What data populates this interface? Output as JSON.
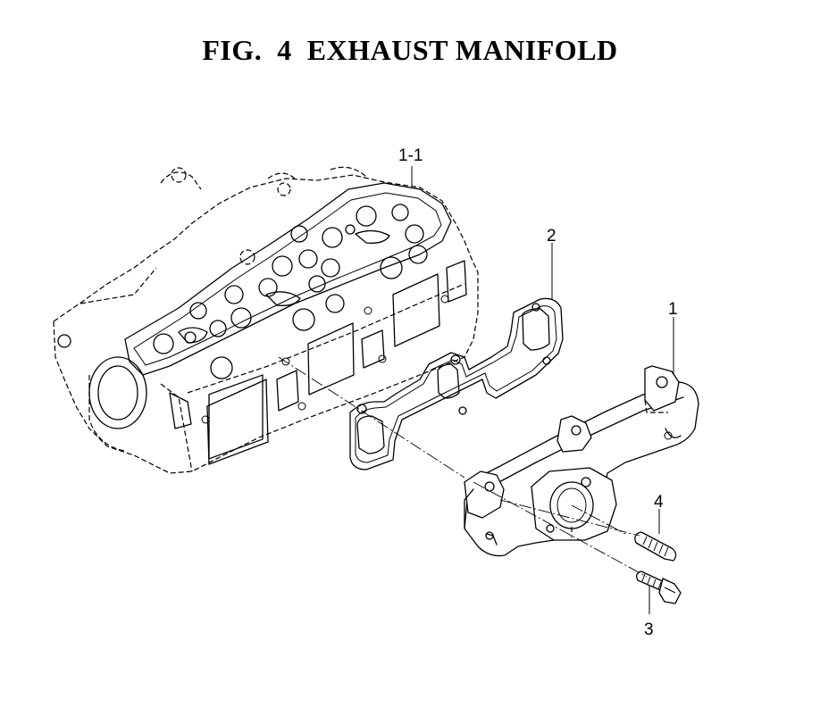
{
  "figure": {
    "title": "FIG.  4  EXHAUST MANIFOLD"
  },
  "callouts": {
    "cylinder_head": "1-1",
    "gasket": "2",
    "manifold": "1",
    "stud": "4",
    "bolt": "3"
  }
}
